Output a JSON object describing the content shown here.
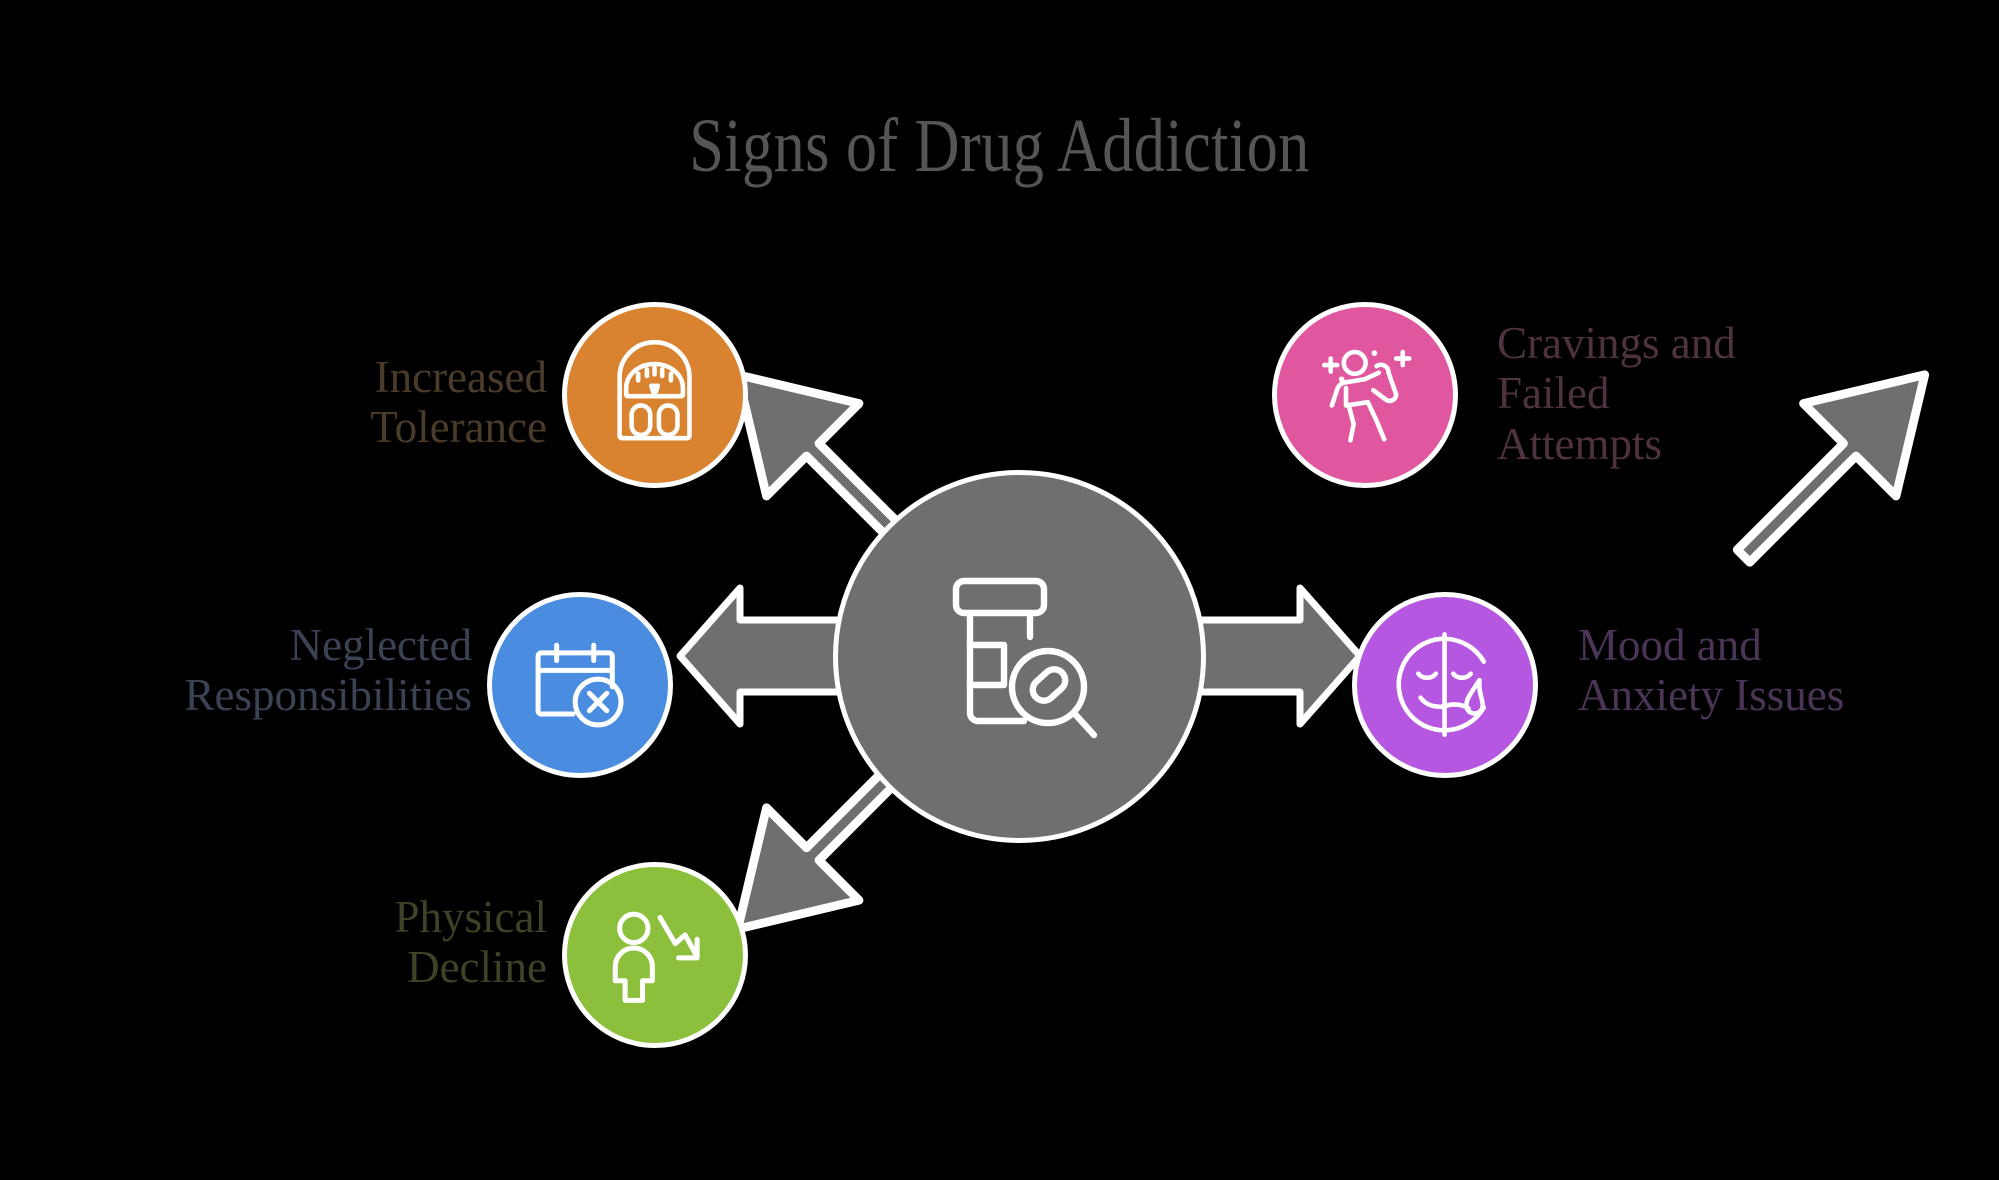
{
  "title": "Signs of Drug Addiction",
  "center": {
    "icon": "pill-bottle-magnifier-icon",
    "color": "#6f6f6f",
    "outline_color": "#ffffff"
  },
  "arrows": {
    "color": "#6f6f6f",
    "outline_color": "#ffffff",
    "directions": [
      "up-left",
      "up-right",
      "left",
      "right",
      "down-left"
    ],
    "count": 5
  },
  "items": [
    {
      "id": "increased-tolerance",
      "label": "Increased Tolerance",
      "label_lines": [
        "Increased",
        "Tolerance"
      ],
      "side": "left",
      "color": "#d9822f",
      "text_color": "#4a3b2a",
      "icon": "bathroom-scale-icon"
    },
    {
      "id": "cravings-failed-attempts",
      "label": "Cravings and Failed Attempts",
      "label_lines": [
        "Cravings and",
        "Failed",
        "Attempts"
      ],
      "side": "right",
      "color": "#e0579f",
      "text_color": "#4e3240",
      "icon": "person-drinking-bottle-icon"
    },
    {
      "id": "neglected-responsibilities",
      "label": "Neglected Responsibilities",
      "label_lines": [
        "Neglected",
        "Responsibilities"
      ],
      "side": "left",
      "color": "#4a8de0",
      "text_color": "#3b4254",
      "icon": "calendar-x-icon"
    },
    {
      "id": "mood-anxiety-issues",
      "label": "Mood and Anxiety Issues",
      "label_lines": [
        "Mood and",
        "Anxiety Issues"
      ],
      "side": "right",
      "color": "#b champs"
    },
    {
      "id": "physical-decline",
      "label": "Physical Decline",
      "label_lines": [
        "Physical",
        "Decline"
      ],
      "side": "left",
      "color": "#8cc03c",
      "text_color": "#3e4226",
      "icon": "person-declining-arrow-icon"
    }
  ],
  "mood": {
    "label_lines": [
      "Mood and",
      "Anxiety Issues"
    ],
    "color": "#b557e0",
    "text_color": "#4b3557",
    "icon": "sad-happy-face-tear-icon"
  },
  "background_color": "#000000",
  "title_color": "#555555"
}
